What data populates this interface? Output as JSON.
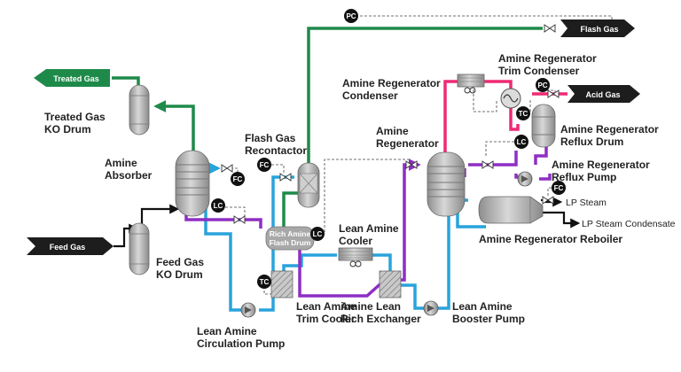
{
  "streams": {
    "treated_gas": "Treated Gas",
    "feed_gas": "Feed Gas",
    "flash_gas": "Flash Gas",
    "acid_gas": "Acid Gas"
  },
  "equipment": {
    "treated_gas_ko_drum": [
      "Treated Gas",
      "KO Drum"
    ],
    "amine_absorber": [
      "Amine",
      "Absorber"
    ],
    "feed_gas_ko_drum": [
      "Feed Gas",
      "KO Drum"
    ],
    "flash_gas_recontactor": [
      "Flash Gas",
      "Recontactor"
    ],
    "rich_amine_flash_drum": [
      "Rich Amine",
      "Flash Drum"
    ],
    "lean_amine_cooler": [
      "Lean Amine",
      "Cooler"
    ],
    "lean_amine_trim_cooler": [
      "Lean Amine",
      "Trim Cooler"
    ],
    "lean_amine_circulation_pump": [
      "Lean Amine",
      "Circulation Pump"
    ],
    "amine_lean_rich_exchanger": [
      "Amine Lean",
      "Rich Exchanger"
    ],
    "lean_amine_booster_pump": [
      "Lean Amine",
      "Booster Pump"
    ],
    "amine_regenerator": [
      "Amine",
      "Regenerator"
    ],
    "amine_regenerator_condenser": [
      "Amine Regenerator",
      "Condenser"
    ],
    "amine_regenerator_trim_condenser": [
      "Amine Regenerator",
      "Trim Condenser"
    ],
    "amine_regenerator_reflux_drum": [
      "Amine Regenerator",
      "Reflux Drum"
    ],
    "amine_regenerator_reflux_pump": [
      "Amine Regenerator",
      "Reflux Pump"
    ],
    "amine_regenerator_reboiler": "Amine Regenerator Reboiler",
    "lp_steam": "LP Steam",
    "lp_steam_condensate": "LP Steam Condensate"
  },
  "instruments": {
    "pc": "PC",
    "fc": "FC",
    "lc": "LC",
    "tc": "TC"
  },
  "colors": {
    "rich_amine": "#8e2fc4",
    "lean_amine": "#29a3dc",
    "gas": "#1e8a4a",
    "acid_gas": "#ee2a74",
    "black": "#111111",
    "vessel": "#b5b5b5"
  }
}
